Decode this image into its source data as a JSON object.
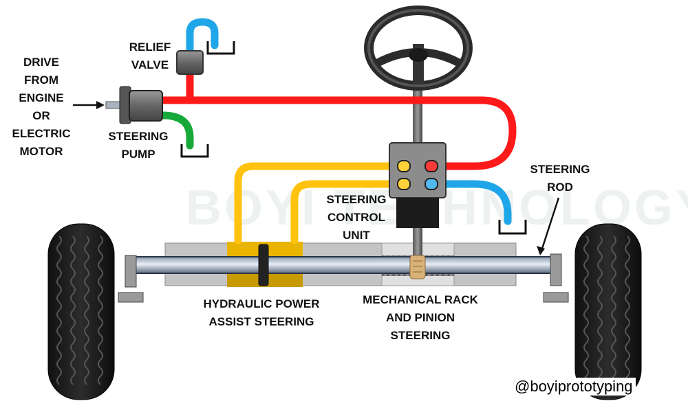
{
  "labels": {
    "drive_l1": "DRIVE",
    "drive_l2": "FROM",
    "drive_l3": "ENGINE",
    "drive_l4": "OR",
    "drive_l5": "ELECTRIC",
    "drive_l6": "MOTOR",
    "relief_l1": "RELIEF",
    "relief_l2": "VALVE",
    "pump_l1": "STEERING",
    "pump_l2": "PUMP",
    "control_l1": "STEERING",
    "control_l2": "CONTROL",
    "control_l3": "UNIT",
    "rod_l1": "STEERING",
    "rod_l2": "ROD",
    "hydraulic_l1": "HYDRAULIC POWER",
    "hydraulic_l2": "ASSIST STEERING",
    "rack_l1": "MECHANICAL RACK",
    "rack_l2": "AND PINION",
    "rack_l3": "STEERING"
  },
  "watermark": "BOYI TECHNOLOGY",
  "credit": "@boyiprototyping",
  "colors": {
    "pressure_line": "#ff1a1a",
    "return_line": "#1fa6e8",
    "suction_line": "#17a83a",
    "power_line": "#ffc20e",
    "housing": "#bdbdbd",
    "dark_part": "#222222"
  }
}
